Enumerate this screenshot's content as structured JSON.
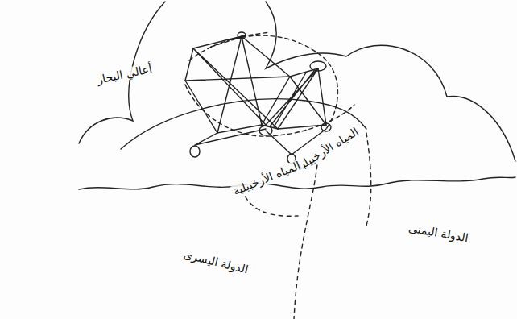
{
  "diagram": {
    "labels": [
      "أعالي البحار",
      "المياه الأرخبيلية",
      "المياه الأرخبيلية",
      "الدولة اليسرى",
      "الدولة اليمنى"
    ]
  }
}
